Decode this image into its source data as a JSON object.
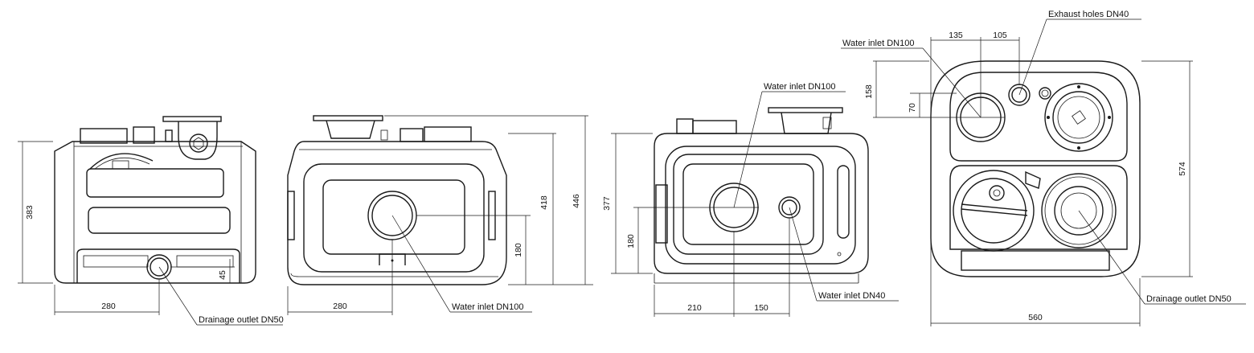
{
  "views": {
    "side": {
      "dim_height": "383",
      "dim_width": "280",
      "dim_outlet": "45",
      "callout_outlet": "Drainage outlet DN50"
    },
    "front": {
      "dim_width": "280",
      "dim_inlet_height": "180",
      "dim_body_height": "418",
      "dim_total_height": "446",
      "callout_inlet": "Water inlet DN100"
    },
    "rear": {
      "dim_height": "377",
      "dim_inlet_height": "180",
      "dim_left": "210",
      "dim_right": "150",
      "callout_inlet_large": "Water inlet DN100",
      "callout_inlet_small": "Water inlet DN40"
    },
    "top": {
      "dim_135": "135",
      "dim_105": "105",
      "dim_158": "158",
      "dim_70": "70",
      "dim_height": "574",
      "dim_width": "560",
      "callout_inlet": "Water inlet DN100",
      "callout_exhaust": "Exhaust holes DN40",
      "callout_outlet": "Drainage outlet DN50"
    }
  }
}
